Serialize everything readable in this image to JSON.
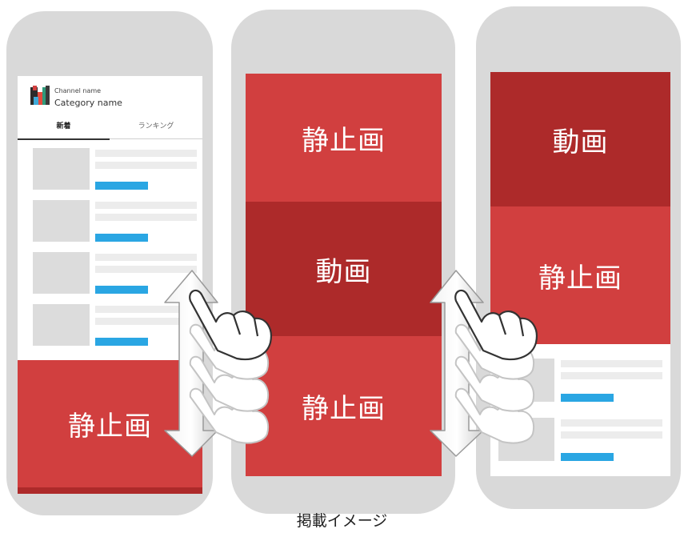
{
  "channel": {
    "name": "Channel name",
    "category": "Category name"
  },
  "tabs": [
    {
      "label": "新着"
    },
    {
      "label": "ランキング"
    }
  ],
  "phone1": {
    "block_label": "静止画"
  },
  "phone2": {
    "blocks": [
      "静止画",
      "動画",
      "静止画"
    ]
  },
  "phone3": {
    "blocks": [
      "動画",
      "静止画"
    ]
  },
  "caption": "掲載イメージ",
  "colors": {
    "ad_light": "#d13f3f",
    "ad_dark": "#ad2a2a",
    "phone_frame": "#d9d9d9",
    "accent_bar": "#2aa6e3"
  },
  "icons": [
    "channel-logo-icon",
    "swipe-arrow-icon",
    "swipe-hand-icon"
  ]
}
